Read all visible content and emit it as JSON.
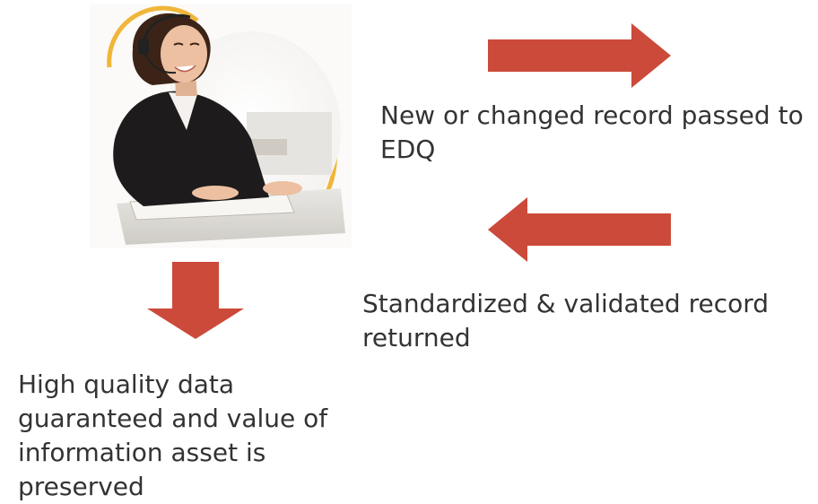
{
  "colors": {
    "arrow": "#cc4a3a",
    "text": "#333333",
    "photo_ring": "#f0b63a"
  },
  "icons": {
    "right_arrow": "arrow-right-icon",
    "left_arrow": "arrow-left-icon",
    "down_arrow": "arrow-down-icon"
  },
  "labels": {
    "outbound": "New or changed record passed to EDQ",
    "inbound": "Standardized & validated record returned",
    "outcome": "High quality data guaranteed and value of information asset is preserved"
  }
}
